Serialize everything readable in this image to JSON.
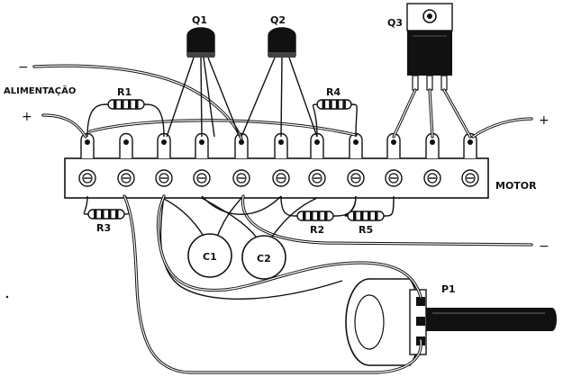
{
  "labels": {
    "q1": "Q1",
    "q2": "Q2",
    "q3": "Q3",
    "r1": "R1",
    "r2": "R2",
    "r3": "R3",
    "r4": "R4",
    "r5": "R5",
    "c1": "C1",
    "c2": "C2",
    "p1": "P1",
    "alimentacao": "ALIMENTAÇÃO",
    "motor": "MOTOR",
    "minus_left": "−",
    "plus_left": "+",
    "plus_right": "+",
    "minus_right": "−"
  },
  "colors": {
    "ink": "#111111",
    "paper": "#ffffff"
  }
}
